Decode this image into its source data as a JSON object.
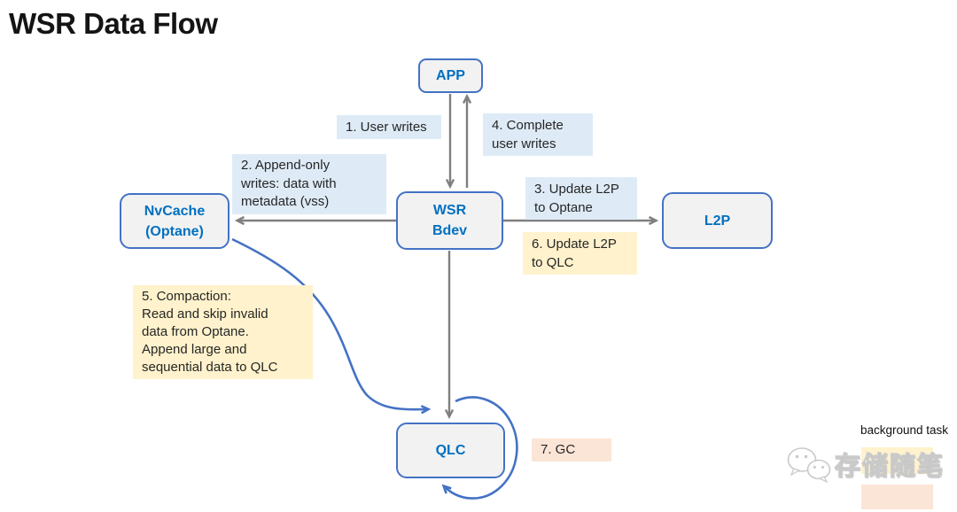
{
  "title": "WSR Data Flow",
  "colors": {
    "node_border": "#4472C4",
    "node_fill": "#F2F2F2",
    "node_text": "#0070C0",
    "label_blue_bg": "#DEEBF7",
    "label_yellow_bg": "#FFF2CC",
    "label_peach_bg": "#FBE5D6",
    "arrow_gray": "#7F7F7F",
    "arrow_blue": "#4472C4",
    "text_dark": "#262626"
  },
  "nodes": {
    "app": {
      "label": "APP"
    },
    "wsr_bdev": {
      "label": "WSR\nBdev"
    },
    "nvcache": {
      "label": "NvCache\n(Optane)"
    },
    "l2p": {
      "label": "L2P"
    },
    "qlc": {
      "label": "QLC"
    }
  },
  "steps": {
    "s1": {
      "text": "1. User writes",
      "type": "foreground"
    },
    "s2": {
      "text": "2. Append-only\nwrites: data with\nmetadata (vss)",
      "type": "foreground"
    },
    "s3": {
      "text": "3. Update L2P\nto Optane",
      "type": "foreground"
    },
    "s4": {
      "text": "4. Complete\nuser writes",
      "type": "foreground"
    },
    "s5": {
      "text": "5. Compaction:\nRead and skip invalid\ndata from Optane.\nAppend large and\nsequential data to QLC",
      "type": "background"
    },
    "s6": {
      "text": "6. Update L2P\nto QLC",
      "type": "background"
    },
    "s7": {
      "text": "7. GC",
      "type": "background"
    }
  },
  "edges": [
    {
      "from": "APP",
      "to": "WSR Bdev",
      "step": "1. User writes"
    },
    {
      "from": "WSR Bdev",
      "to": "NvCache (Optane)",
      "step": "2. Append-only writes: data with metadata (vss)"
    },
    {
      "from": "WSR Bdev",
      "to": "L2P",
      "step": "3. Update L2P to Optane / 6. Update L2P to QLC"
    },
    {
      "from": "WSR Bdev",
      "to": "APP",
      "step": "4. Complete user writes"
    },
    {
      "from": "NvCache (Optane)",
      "to": "QLC",
      "step": "5. Compaction"
    },
    {
      "from": "WSR Bdev",
      "to": "QLC",
      "step": ""
    },
    {
      "from": "QLC",
      "to": "QLC",
      "step": "7. GC"
    }
  ],
  "legend": {
    "label": "background task"
  },
  "watermark": {
    "text": "存储随笔"
  }
}
